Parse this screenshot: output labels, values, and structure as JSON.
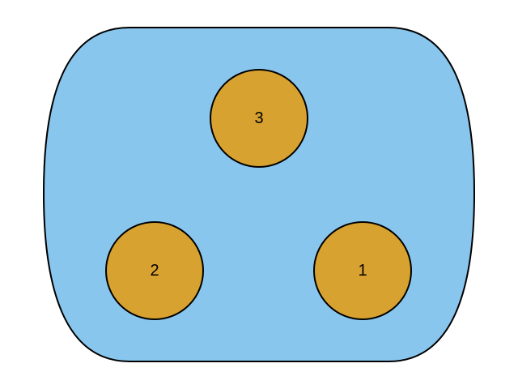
{
  "colors": {
    "container_fill": "#89C6EE",
    "container_stroke": "#000000",
    "node_fill": "#D8A230",
    "node_stroke": "#000000",
    "background": "#FFFFFF"
  },
  "nodes": [
    {
      "label": "3"
    },
    {
      "label": "2"
    },
    {
      "label": "1"
    }
  ]
}
